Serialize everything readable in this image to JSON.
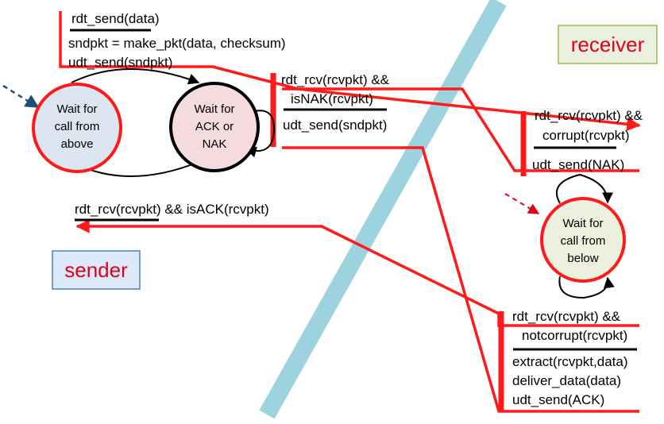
{
  "labels": {
    "receiver": "receiver",
    "sender": "sender"
  },
  "states": {
    "wait_call_above": [
      "Wait for",
      "call from",
      "above"
    ],
    "wait_ack_nak": [
      "Wait for",
      "ACK or",
      "NAK"
    ],
    "wait_call_below": [
      "Wait for",
      "call from",
      "below"
    ]
  },
  "transitions": {
    "send": {
      "event": "rdt_send(data)",
      "actions": [
        "sndpkt = make_pkt(data, checksum)",
        "udt_send(sndpkt)"
      ]
    },
    "nak_received": {
      "event": [
        "rdt_rcv(rcvpkt) &&",
        "isNAK(rcvpkt)"
      ],
      "action": "udt_send(sndpkt)"
    },
    "ack_received": {
      "event": "rdt_rcv(rcvpkt) && isACK(rcvpkt)"
    },
    "receiver_corrupt": {
      "event": [
        "rdt_rcv(rcvpkt) &&",
        "corrupt(rcvpkt)"
      ],
      "action": "udt_send(NAK)"
    },
    "receiver_ok": {
      "event": [
        "rdt_rcv(rcvpkt) &&",
        "notcorrupt(rcvpkt)"
      ],
      "actions": [
        "extract(rcvpkt,data)",
        "deliver_data(data)",
        "udt_send(ACK)"
      ]
    }
  },
  "colors": {
    "packet_path": "#ff1a1a",
    "channel": "#9dd3df",
    "sender_state_fill": "#dce6f1",
    "nak_state_fill": "#f4dcdc",
    "receiver_state_fill": "#ebf1de",
    "label_red": "#e0001b",
    "initial_arrow_sender": "#1f4e79",
    "initial_arrow_receiver": "#e0001b"
  }
}
